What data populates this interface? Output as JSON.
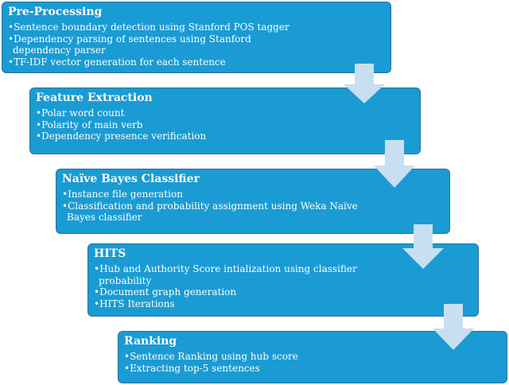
{
  "stages": [
    {
      "title": "Pre-Processing",
      "items": [
        "Sentence boundary detection using Stanford POS tagger",
        "Dependency parsing of sentences using Stanford dependency parser",
        "TF-IDF vector generation for each sentence"
      ]
    },
    {
      "title": "Feature Extraction",
      "items": [
        "Polar word count",
        "Polarity of main verb",
        "Dependency presence verification"
      ]
    },
    {
      "title": "Naïve Bayes Classifier",
      "items": [
        "Instance file generation",
        "Classification and probability  assignment using Weka Naïve Bayes classifier"
      ]
    },
    {
      "title": "HITS",
      "items": [
        "Hub and Authority Score intialization using classifier probability",
        "Document graph generation",
        "HITS Iterations"
      ]
    },
    {
      "title": "Ranking",
      "items": [
        "Sentence Ranking using hub score",
        "Extracting top-5 sentences"
      ]
    }
  ],
  "colors": {
    "box_fill": "#1a9bd3",
    "box_border": "#2d6f9a",
    "arrow_fill": "#c7dff1",
    "text": "#ffffff"
  },
  "icons": {
    "flow_arrow": "down-arrow-icon"
  }
}
